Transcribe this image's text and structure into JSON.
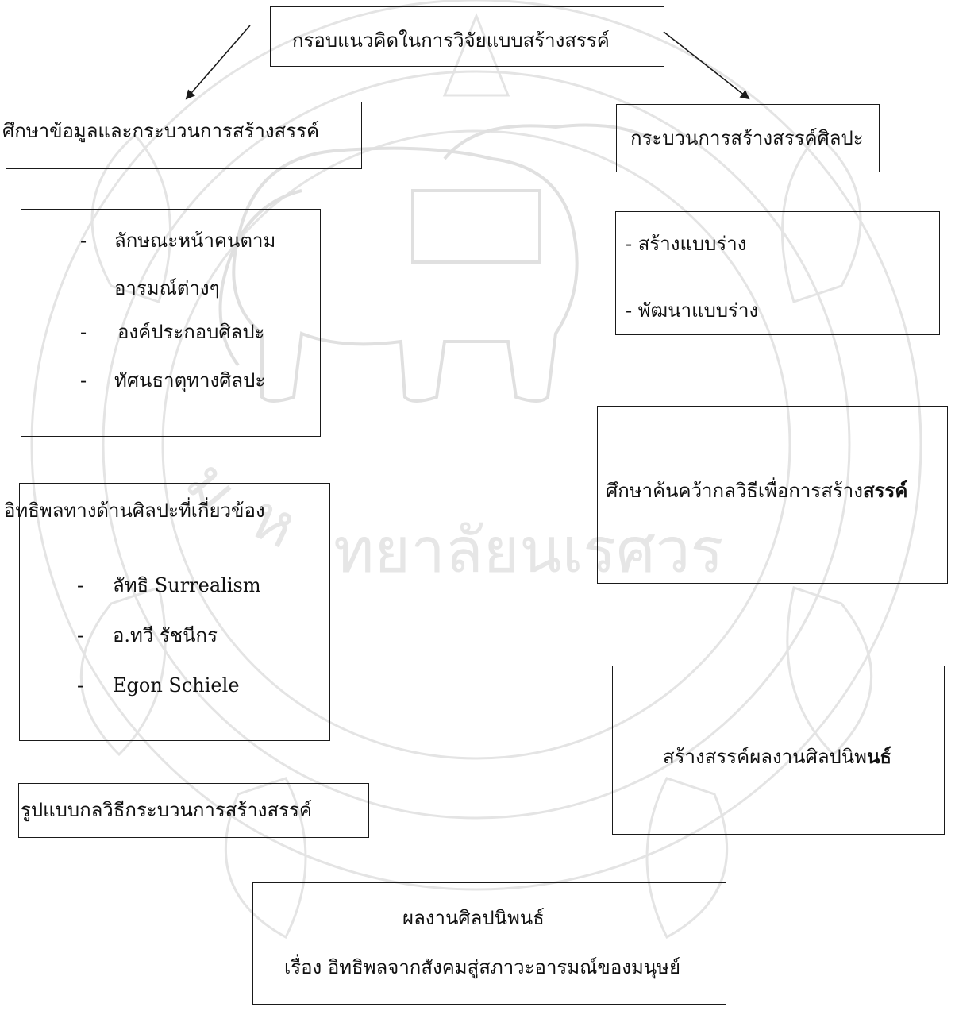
{
  "title": "กรอบแนวคิดในการวิจัยแบบสร้างสรรค์",
  "left": {
    "study_heading": "ศึกษาข้อมูลและกระบวนการสร้างสรรค์",
    "study_items": [
      "ลักษณะหน้าคนตาม",
      "อารมณ์ต่างๆ",
      "องค์ประกอบศิลปะ",
      "ทัศนธาตุทางศิลปะ"
    ],
    "influence_heading": "อิทธิพลทางด้านศิลปะที่เกี่ยวข้อง",
    "influence_items": [
      "ลัทธิ Surrealism",
      "อ.ทวี รัชนีกร",
      "Egon Schiele"
    ],
    "method_box": "รูปแบบกลวิธีกระบวนการสร้างสรรค์"
  },
  "right": {
    "process_heading": "กระบวนการสร้างสรรค์ศิลปะ",
    "process_items": [
      "- สร้างแบบร่าง",
      "- พัฒนาแบบร่าง"
    ],
    "research_prefix": "ศึกษาค้นคว้ากลวิธีเพื่อการสร้าง",
    "research_bold": "สรรค์",
    "create_prefix": "สร้างสรรค์ผลงานศิลปนิพ",
    "create_bold": "นธ์"
  },
  "bottom": {
    "line1": "ผลงานศิลปนิพนธ์",
    "line2": "เรื่อง  อิทธิพลจากสังคมสู่สภาวะอารมณ์ของมนุษย์"
  },
  "bullet_dash": "-",
  "colors": {
    "line": "#1a1a1a",
    "watermark": "#e2e2e2"
  }
}
